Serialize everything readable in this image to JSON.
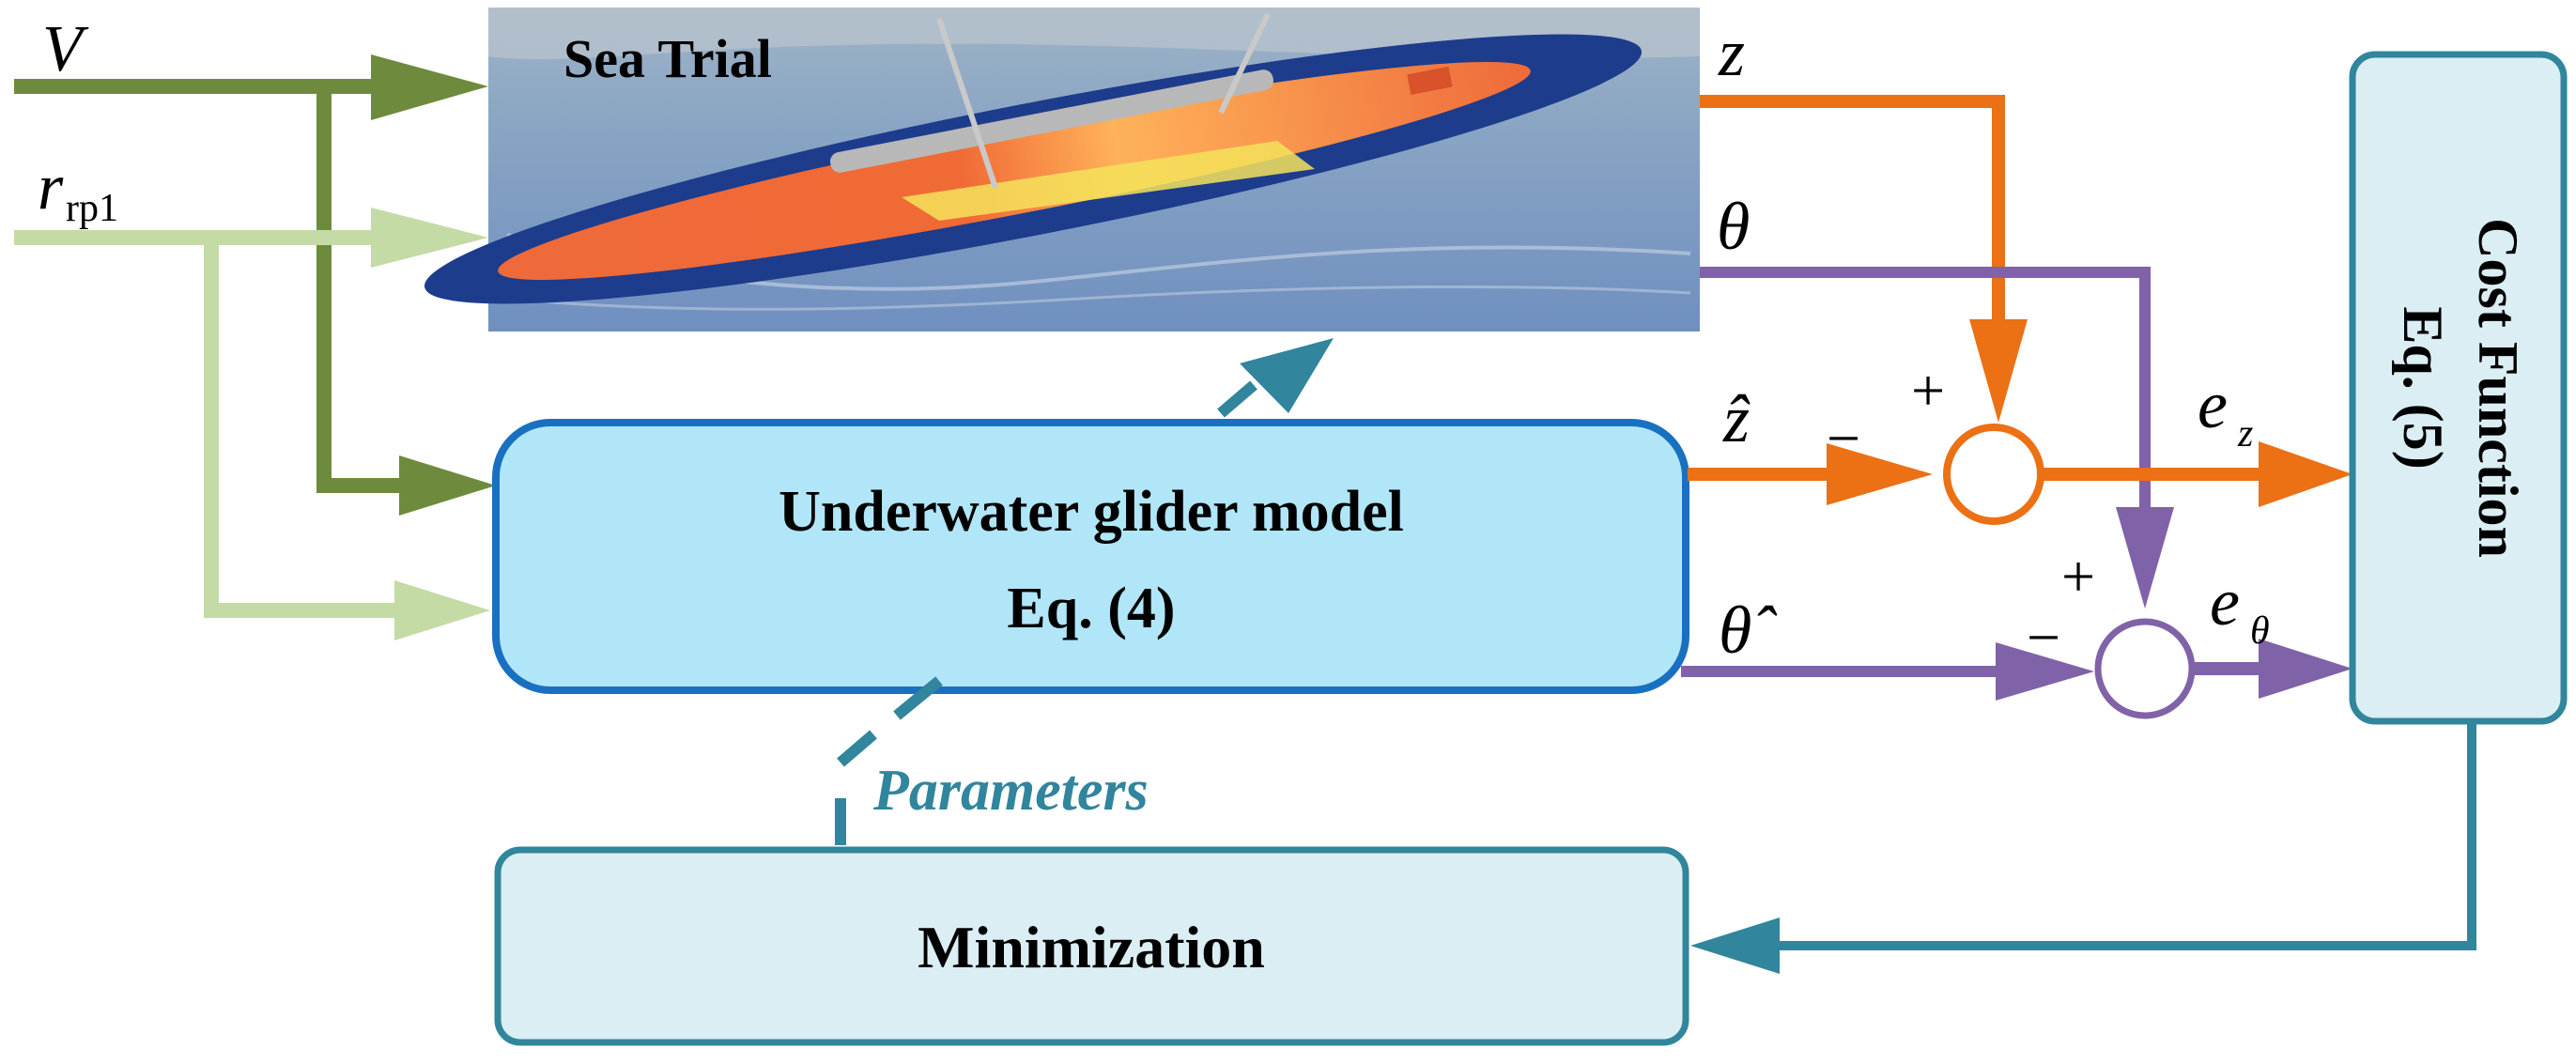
{
  "inputs": {
    "v_label": "V",
    "r_label": "r",
    "r_subscript": "rp1"
  },
  "sea_trial": {
    "label": "Sea Trial"
  },
  "signals": {
    "z": "z",
    "theta": "θ",
    "z_hat": "ẑ",
    "theta_hat": "θ̂",
    "e": "e",
    "e_z_sub": "z",
    "e_theta_sub": "θ"
  },
  "signs": {
    "plus": "+",
    "minus": "−"
  },
  "model": {
    "line1": "Underwater glider model",
    "line2": "Eq. (4)"
  },
  "cost": {
    "line1": "Cost Function",
    "line2": "Eq. (5)"
  },
  "minimization": {
    "label": "Minimization"
  },
  "parameters": {
    "label": "Parameters"
  },
  "colors": {
    "dark_green": "#6e8b3d",
    "light_green": "#c5dba5",
    "orange": "#ec7014",
    "purple": "#8062a8",
    "teal": "#31859c",
    "blue_border": "#1a70c0",
    "model_fill": "#b0e6f8",
    "box_fill": "#daeef3"
  }
}
